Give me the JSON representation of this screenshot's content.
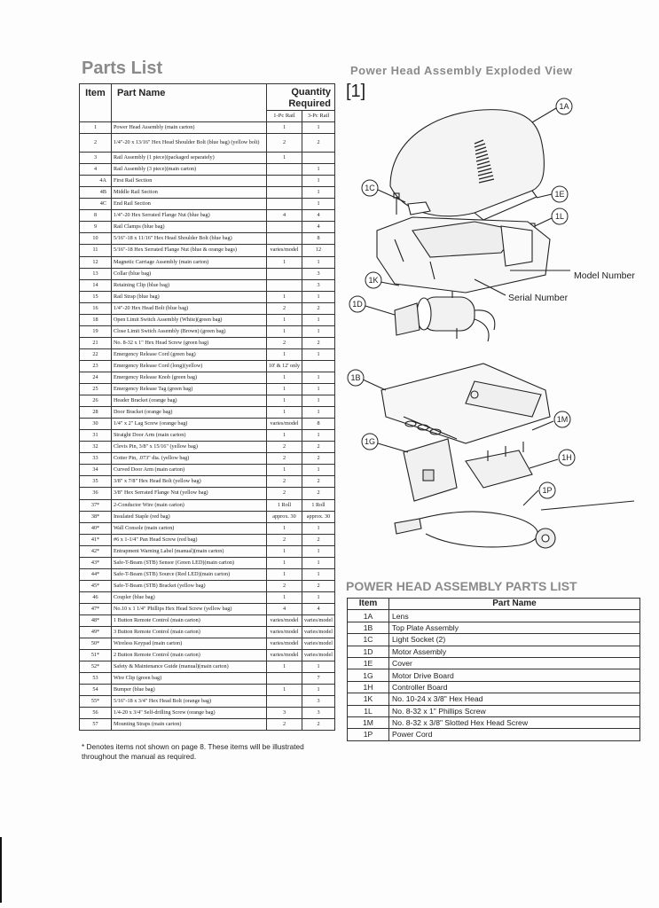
{
  "left_title": "Parts List",
  "right_title": "Power Head Assembly Exploded View",
  "diagram_ref": "[1]",
  "parts_table": {
    "headers": {
      "item": "Item",
      "name": "Part Name",
      "qty": "Quantity Required",
      "sub1": "1-Pc Rail",
      "sub2": "3-Pc Rail"
    },
    "rows": [
      {
        "item": "1",
        "name": "Power Head Assembly (main carton)",
        "q1": "1",
        "q3": "1"
      },
      {
        "item": "2",
        "name": "1/4\"-20 x 13/16\" Hex Head Shoulder Bolt (blue bag) (yellow bolt)",
        "q1": "2",
        "q3": "2",
        "tall": true
      },
      {
        "item": "3",
        "name": "Rail Assembly (1 piece)(packaged separately)",
        "q1": "1",
        "q3": ""
      },
      {
        "item": "4",
        "name": "Rail Assembly (3 piece)(main carton)",
        "q1": "",
        "q3": "1"
      },
      {
        "item": "4A",
        "name": "First Rail Section",
        "q1": "",
        "q3": "1",
        "sub": true
      },
      {
        "item": "4B",
        "name": "Middle Rail Section",
        "q1": "",
        "q3": "1",
        "sub": true
      },
      {
        "item": "4C",
        "name": "End Rail Section",
        "q1": "",
        "q3": "1",
        "sub": true
      },
      {
        "item": "8",
        "name": "1/4\"-20 Hex Serrated Flange Nut (blue bag)",
        "q1": "4",
        "q3": "4"
      },
      {
        "item": "9",
        "name": "Rail Clamps (blue bag)",
        "q1": "",
        "q3": "4"
      },
      {
        "item": "10",
        "name": "5/16\"-18 x 11/16\" Hex Head Shoulder Bolt (blue bag)",
        "q1": "",
        "q3": "8"
      },
      {
        "item": "11",
        "name": "5/16\"-18 Hex Serrated Flange Nut (blue & orange bags)",
        "q1": "varies/model",
        "q3": "12"
      },
      {
        "item": "12",
        "name": "Magnetic Carriage Assembly (main carton)",
        "q1": "1",
        "q3": "1"
      },
      {
        "item": "13",
        "name": "Collar (blue bag)",
        "q1": "",
        "q3": "3"
      },
      {
        "item": "14",
        "name": "Retaining Clip (blue bag)",
        "q1": "",
        "q3": "3"
      },
      {
        "item": "15",
        "name": "Rail Strap (blue bag)",
        "q1": "1",
        "q3": "1"
      },
      {
        "item": "16",
        "name": "1/4\"-20 Hex Head Bolt (blue bag)",
        "q1": "2",
        "q3": "2"
      },
      {
        "item": "18",
        "name": "Open Limit Switch Assembly (White)(green bag)",
        "q1": "1",
        "q3": "1"
      },
      {
        "item": "19",
        "name": "Close Limit Switch Assembly (Brown) (green bag)",
        "q1": "1",
        "q3": "1"
      },
      {
        "item": "21",
        "name": "No. 8-32 x 1\" Hex Head Screw (green bag)",
        "q1": "2",
        "q3": "2"
      },
      {
        "item": "22",
        "name": "Emergency Release Cord (green bag)",
        "q1": "1",
        "q3": "1"
      },
      {
        "item": "23",
        "name": "Emergency Release Cord (long)(yellow)",
        "q1": "10' & 12' only",
        "q3": ""
      },
      {
        "item": "24",
        "name": "Emergency Release Knob (green bag)",
        "q1": "1",
        "q3": "1"
      },
      {
        "item": "25",
        "name": "Emergency Release Tag (green bag)",
        "q1": "1",
        "q3": "1"
      },
      {
        "item": "26",
        "name": "Header Bracket (orange bag)",
        "q1": "1",
        "q3": "1"
      },
      {
        "item": "28",
        "name": "Door Bracket (orange bag)",
        "q1": "1",
        "q3": "1"
      },
      {
        "item": "30",
        "name": "1/4\" x 2\" Lag Screw (orange bag)",
        "q1": "varies/model",
        "q3": "8"
      },
      {
        "item": "31",
        "name": "Straight Door Arm (main carton)",
        "q1": "1",
        "q3": "1"
      },
      {
        "item": "32",
        "name": "Clevis Pin, 3/8\" x 15/16\" (yellow bag)",
        "q1": "2",
        "q3": "2"
      },
      {
        "item": "33",
        "name": "Cotter Pin, .073\" dia. (yellow bag)",
        "q1": "2",
        "q3": "2"
      },
      {
        "item": "34",
        "name": "Curved Door Arm (main carton)",
        "q1": "1",
        "q3": "1"
      },
      {
        "item": "35",
        "name": "3/8\" x 7/8\" Hex Head Bolt (yellow bag)",
        "q1": "2",
        "q3": "2"
      },
      {
        "item": "36",
        "name": "3/8\" Hex Serrated Flange Nut (yellow bag)",
        "q1": "2",
        "q3": "2"
      },
      {
        "item": "37*",
        "name": "2-Conductor Wire (main carton)",
        "q1": "1 Roll",
        "q3": "1 Roll"
      },
      {
        "item": "38*",
        "name": "Insulated Staple (red bag)",
        "q1": "approx. 30",
        "q3": "approx. 30"
      },
      {
        "item": "40*",
        "name": "Wall Console (main carton)",
        "q1": "1",
        "q3": "1"
      },
      {
        "item": "41*",
        "name": "#6 x 1-1/4\" Pan Head Screw (red bag)",
        "q1": "2",
        "q3": "2"
      },
      {
        "item": "42*",
        "name": "Entrapment Warning Label (manual)(main carton)",
        "q1": "1",
        "q3": "1"
      },
      {
        "item": "43*",
        "name": "Safe-T-Beam (STB) Sensor (Green LED)(main carton)",
        "q1": "1",
        "q3": "1"
      },
      {
        "item": "44*",
        "name": "Safe-T-Beam (STB) Source (Red LED)(main carton)",
        "q1": "1",
        "q3": "1"
      },
      {
        "item": "45*",
        "name": "Safe-T-Beam (STB) Bracket (yellow bag)",
        "q1": "2",
        "q3": "2"
      },
      {
        "item": "46",
        "name": "Coupler (blue bag)",
        "q1": "1",
        "q3": "1"
      },
      {
        "item": "47*",
        "name": "No.10 x 1 1/4\" Phillips Hex Head Screw (yellow bag)",
        "q1": "4",
        "q3": "4"
      },
      {
        "item": "48*",
        "name": "1 Button Remote Control (main carton)",
        "q1": "varies/model",
        "q3": "varies/model"
      },
      {
        "item": "49*",
        "name": "3 Button Remote Control (main carton)",
        "q1": "varies/model",
        "q3": "varies/model"
      },
      {
        "item": "50*",
        "name": "Wireless Keypad (main carton)",
        "q1": "varies/model",
        "q3": "varies/model"
      },
      {
        "item": "51*",
        "name": "2 Button Remote Control (main carton)",
        "q1": "varies/model",
        "q3": "varies/model"
      },
      {
        "item": "52*",
        "name": "Safety & Maintenance Guide (manual)(main carton)",
        "q1": "1",
        "q3": "1"
      },
      {
        "item": "53",
        "name": "Wire Clip (green bag)",
        "q1": "",
        "q3": "7"
      },
      {
        "item": "54",
        "name": "Bumper (blue bag)",
        "q1": "1",
        "q3": "1"
      },
      {
        "item": "55*",
        "name": "5/16\"-18 x 3/4\" Hex Head Bolt (orange bag)",
        "q1": "",
        "q3": "3"
      },
      {
        "item": "56",
        "name": "1/4-20 x 3/4\" Self-drilling Screw (orange bag)",
        "q1": "3",
        "q3": "3"
      },
      {
        "item": "57",
        "name": "Mounting Straps (main carton)",
        "q1": "2",
        "q3": "2"
      }
    ]
  },
  "footnote": "* Denotes items not shown on page 8. These items will be illustrated throughout the manual as required.",
  "diagram": {
    "callouts": [
      "1A",
      "1C",
      "1E",
      "1L",
      "1K",
      "1D",
      "1B",
      "1M",
      "1G",
      "1H",
      "1P"
    ],
    "model_label": "Model Number",
    "serial_label": "Serial Number"
  },
  "power_head_list": {
    "title": "POWER HEAD ASSEMBLY PARTS LIST",
    "headers": {
      "item": "Item",
      "name": "Part Name"
    },
    "rows": [
      {
        "item": "1A",
        "name": "Lens"
      },
      {
        "item": "1B",
        "name": "Top Plate Assembly"
      },
      {
        "item": "1C",
        "name": "Light Socket (2)"
      },
      {
        "item": "1D",
        "name": "Motor Assembly"
      },
      {
        "item": "1E",
        "name": "Cover"
      },
      {
        "item": "1G",
        "name": "Motor Drive Board"
      },
      {
        "item": "1H",
        "name": "Controller Board"
      },
      {
        "item": "1K",
        "name": "No. 10-24 x 3/8\" Hex Head"
      },
      {
        "item": "1L",
        "name": "No. 8-32 x 1\" Phillips Screw"
      },
      {
        "item": "1M",
        "name": "No. 8-32 x 3/8\" Slotted Hex Head Screw"
      },
      {
        "item": "1P",
        "name": "Power Cord"
      }
    ]
  }
}
